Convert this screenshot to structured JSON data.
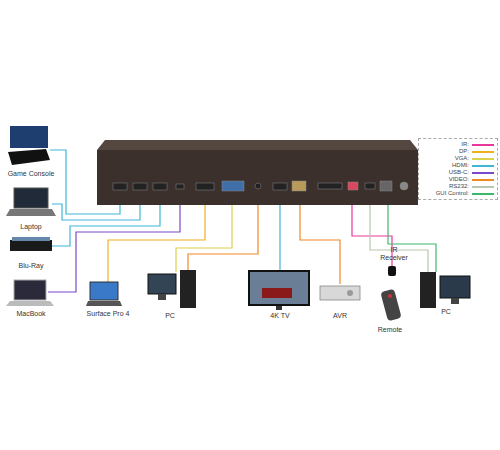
{
  "diagram": {
    "nodes": [
      {
        "text": [
          "Game Console"
        ]
      },
      {
        "text": [
          "Laptop"
        ]
      },
      {
        "text": [
          "Blu-Ray"
        ]
      },
      {
        "text": [
          "MacBook"
        ]
      },
      {
        "text": [
          "Surface Pro 4"
        ]
      },
      {
        "text": [
          "PC"
        ]
      },
      {
        "text": [
          "4K TV"
        ]
      },
      {
        "text": [
          "AVR"
        ]
      },
      {
        "text": [
          "IR Receiver"
        ]
      },
      {
        "text": [
          "Remote"
        ]
      },
      {
        "text": [
          "PC"
        ]
      }
    ],
    "legend": [
      {
        "text": "IR:",
        "color": "#e8389c"
      },
      {
        "text": "DP:",
        "color": "#f0b020"
      },
      {
        "text": "VGA:",
        "color": "#d9d24a"
      },
      {
        "text": "HDMI:",
        "color": "#3fb6d8"
      },
      {
        "text": "USB-C:",
        "color": "#7a48c8"
      },
      {
        "text": "VIDEO:",
        "color": "#f08a24"
      },
      {
        "text": "RS232:",
        "color": "#b8c8b0"
      },
      {
        "text": "GUI Control:",
        "color": "#3db86a"
      }
    ]
  }
}
